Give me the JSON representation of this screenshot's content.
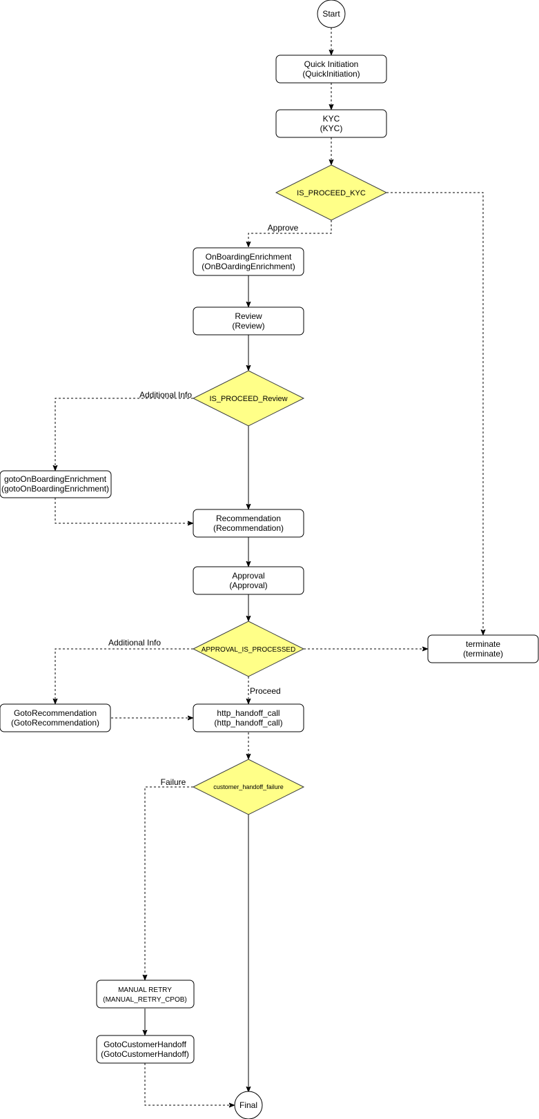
{
  "nodes": {
    "start": {
      "label": "Start"
    },
    "quick_initiation": {
      "line1": "Quick Initiation",
      "line2": "(QuickInitiation)"
    },
    "kyc": {
      "line1": "KYC",
      "line2": "(KYC)"
    },
    "is_proceed_kyc": {
      "label": "IS_PROCEED_KYC"
    },
    "onboarding_enrichment": {
      "line1": "OnBoardingEnrichment",
      "line2": "(OnBOardingEnrichment)"
    },
    "review": {
      "line1": "Review",
      "line2": "(Review)"
    },
    "is_proceed_review": {
      "label": "IS_PROCEED_Review"
    },
    "goto_onboarding_enrichment": {
      "line1": "gotoOnBoardingEnrichment",
      "line2": "(gotoOnBoardingEnrichment)"
    },
    "recommendation": {
      "line1": "Recommendation",
      "line2": "(Recommendation)"
    },
    "approval": {
      "line1": "Approval",
      "line2": "(Approval)"
    },
    "approval_is_processed": {
      "label": "APPROVAL_IS_PROCESSED"
    },
    "terminate": {
      "line1": "terminate",
      "line2": "(terminate)"
    },
    "goto_recommendation": {
      "line1": "GotoRecommendation",
      "line2": "(GotoRecommendation)"
    },
    "http_handoff_call": {
      "line1": "http_handoff_call",
      "line2": "(http_handoff_call)"
    },
    "customer_handoff_failure": {
      "label": "customer_handoff_failure"
    },
    "manual_retry": {
      "line1": "MANUAL RETRY",
      "line2": "(MANUAL_RETRY_CPOB)"
    },
    "goto_customer_handoff": {
      "line1": "GotoCustomerHandoff",
      "line2": "(GotoCustomerHandoff)"
    },
    "final": {
      "label": "Final"
    }
  },
  "edge_labels": {
    "approve": "Approve",
    "additional_info_review": "Additional Info",
    "additional_info_approval": "Additional Info",
    "proceed": "Proceed",
    "failure": "Failure"
  },
  "colors": {
    "decision_fill": "#ffff88",
    "decision_stroke": "#36393d",
    "node_stroke": "#000000",
    "background": "#ffffff"
  }
}
